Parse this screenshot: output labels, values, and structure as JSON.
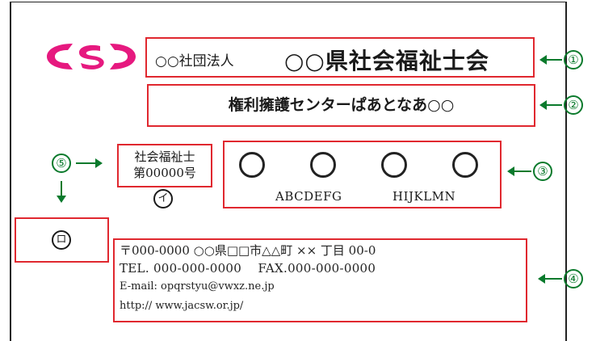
{
  "card": {
    "org_type": "○○社団法人",
    "org_name": "○○県社会福祉士会",
    "center_name": "権利擁護センターぱあとなあ○○",
    "qualification_line1": "社会福祉士",
    "qualification_line2": "第00000号",
    "name_reading": "ABCDEFG　HIJKLMN",
    "name_reading_left": "ABCDEFG",
    "name_reading_right": "HIJKLMN",
    "address": "〒000-0000 ○○県□□市△△町 ×× 丁目 00-0",
    "tel_fax": "TEL. 000-000-0000　 FAX.000-000-0000",
    "email_label": "E-mail:",
    "email": "opqrstyu@vwxz.ne.jp",
    "url": "http:// www.jacsw.or.jp/"
  },
  "annotations": {
    "n1": "①",
    "n2": "②",
    "n3": "③",
    "n4": "④",
    "n5": "⑤",
    "kana_i": "イ",
    "kana_ro": "ロ"
  },
  "colors": {
    "logo": "#e6197f",
    "frame": "#e0282f",
    "annotation": "#0a7a2c"
  }
}
